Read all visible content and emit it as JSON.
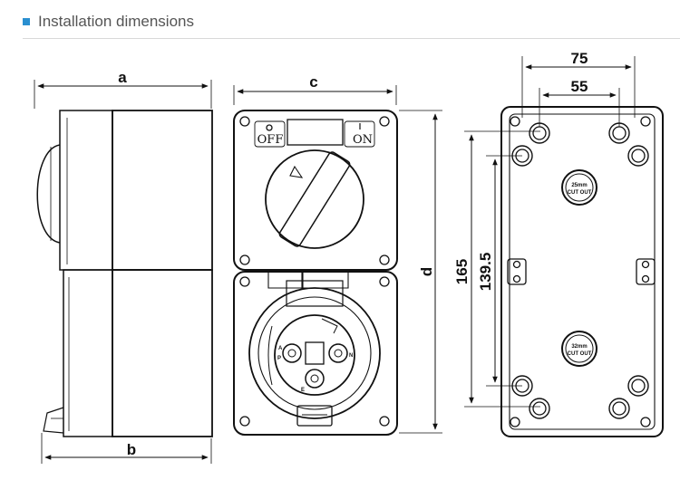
{
  "header": {
    "title": "Installation dimensions",
    "marker_color": "#2a8fd0"
  },
  "labels": {
    "a": "a",
    "b": "b",
    "c": "c",
    "d": "d",
    "w75": "75",
    "w55": "55",
    "h165": "165",
    "h139": "139.5",
    "off": "OFF",
    "on": "ON",
    "cut25": "25mm",
    "cut25b": "CUT OUT",
    "cut32": "32mm",
    "cut32b": "CUT OUT",
    "pinA": "A",
    "pinP": "P",
    "pinN": "N",
    "pinE": "E"
  }
}
